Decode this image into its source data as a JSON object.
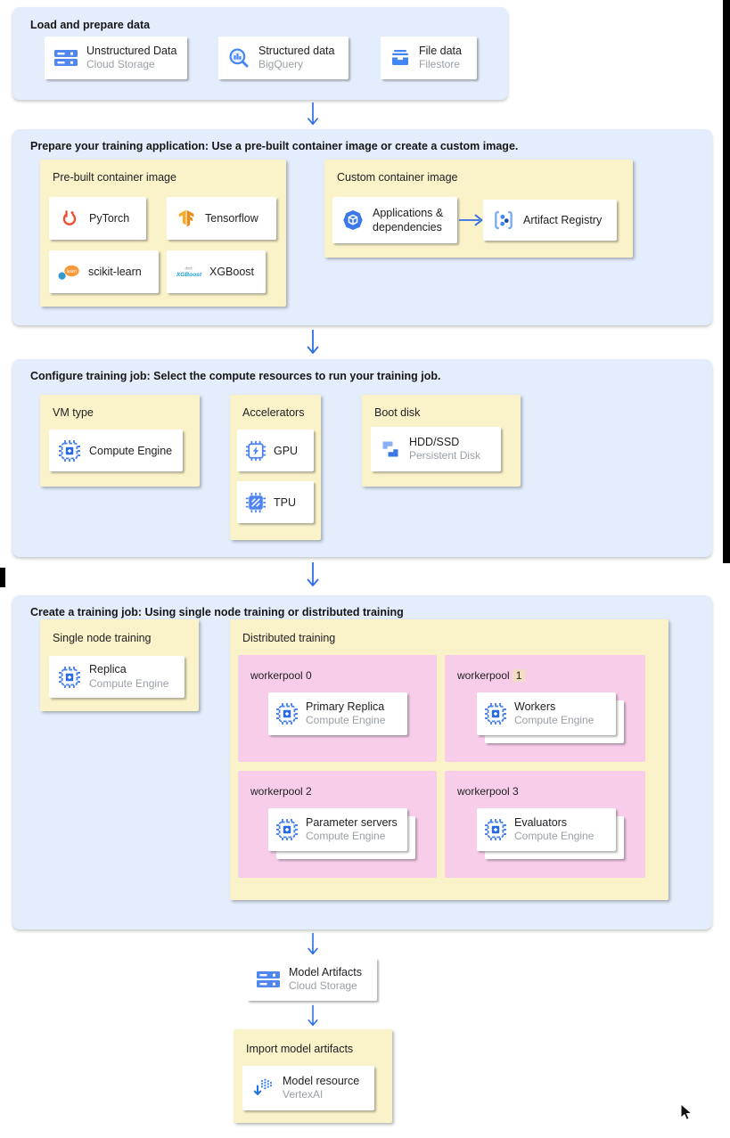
{
  "colors": {
    "section_bg": "#e4edfc",
    "group_bg": "#faf2c8",
    "pool_bg": "#f8cdea",
    "card_bg": "#ffffff",
    "arrow": "#2e6de9",
    "title_text": "#202124",
    "subtitle_text": "#9aa0a6",
    "highlight": "#f4dcc0",
    "google_blue": "#4285f4"
  },
  "sections": {
    "load": {
      "title": "Load and prepare data",
      "cards": [
        {
          "icon": "cloud-storage-icon",
          "title": "Unstructured Data",
          "subtitle": "Cloud Storage"
        },
        {
          "icon": "bigquery-icon",
          "title": "Structured data",
          "subtitle": "BigQuery"
        },
        {
          "icon": "filestore-icon",
          "title": "File data",
          "subtitle": "Filestore"
        }
      ]
    },
    "prepare": {
      "title": "Prepare your training application: Use a pre-built container image or create a custom image.",
      "prebuilt": {
        "title": "Pre-built container image",
        "cards": [
          {
            "icon": "pytorch-icon",
            "title": "PyTorch"
          },
          {
            "icon": "tensorflow-icon",
            "title": "Tensorflow"
          },
          {
            "icon": "scikit-learn-icon",
            "title": "scikit-learn"
          },
          {
            "icon": "xgboost-icon",
            "title": "XGBoost"
          }
        ]
      },
      "custom": {
        "title": "Custom container image",
        "source_card": {
          "icon": "applications-icon",
          "title": "Applications & dependencies"
        },
        "target_card": {
          "icon": "artifact-registry-icon",
          "title": "Artifact Registry"
        }
      }
    },
    "configure": {
      "title": "Configure training job: Select the compute resources to run your training job.",
      "vm_type": {
        "title": "VM type",
        "card": {
          "icon": "compute-engine-icon",
          "title": "Compute Engine"
        }
      },
      "accelerators": {
        "title": "Accelerators",
        "cards": [
          {
            "icon": "gpu-icon",
            "title": "GPU"
          },
          {
            "icon": "tpu-icon",
            "title": "TPU"
          }
        ]
      },
      "boot_disk": {
        "title": "Boot disk",
        "card": {
          "icon": "persistent-disk-icon",
          "title": "HDD/SSD",
          "subtitle": "Persistent Disk"
        }
      }
    },
    "create": {
      "title": "Create a training job: Using single node training or distributed training",
      "single_node": {
        "title": "Single node training",
        "card": {
          "icon": "compute-engine-icon",
          "title": "Replica",
          "subtitle": "Compute Engine"
        }
      },
      "distributed": {
        "title": "Distributed training",
        "workerpools": [
          {
            "label": "workerpool 0",
            "card": {
              "icon": "compute-engine-icon",
              "title": "Primary Replica",
              "subtitle": "Compute Engine"
            }
          },
          {
            "label": "workerpool",
            "label_number": "1",
            "card": {
              "icon": "compute-engine-icon",
              "title": "Workers",
              "subtitle": "Compute Engine"
            }
          },
          {
            "label": "workerpool 2",
            "card": {
              "icon": "compute-engine-icon",
              "title": "Parameter servers",
              "subtitle": "Compute Engine"
            }
          },
          {
            "label": "workerpool 3",
            "card": {
              "icon": "compute-engine-icon",
              "title": "Evaluators",
              "subtitle": "Compute Engine"
            }
          }
        ]
      }
    },
    "model_artifacts": {
      "card": {
        "icon": "cloud-storage-icon",
        "title": "Model Artifacts",
        "subtitle": "Cloud Storage"
      }
    },
    "import": {
      "title": "Import model artifacts",
      "card": {
        "icon": "vertex-ai-icon",
        "title": "Model resource",
        "subtitle": "VertexAI"
      }
    }
  }
}
